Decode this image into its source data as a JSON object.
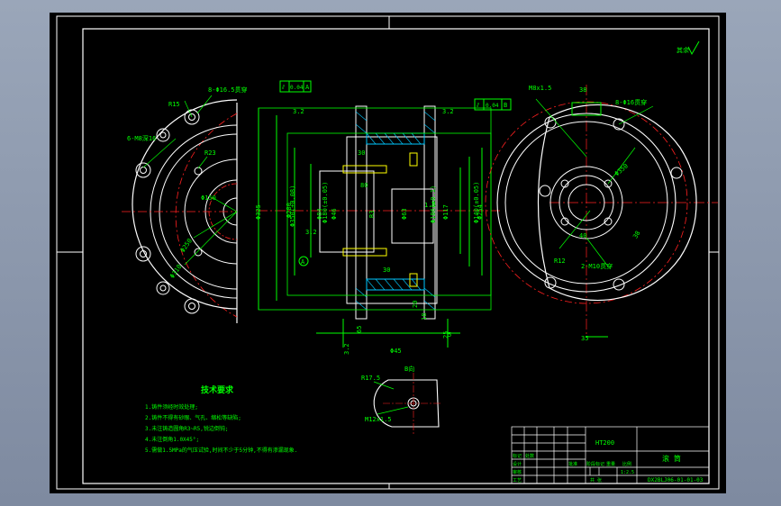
{
  "colors": {
    "background": "#000000",
    "frame": "#ffffff",
    "outline": "#ffffff",
    "dimension": "#00ff00",
    "center_line": "#ff2020",
    "hidden": "#ffff00",
    "hatch": "#00c8ff"
  },
  "left_view": {
    "label_r15": "R15",
    "label_holes": "8-Φ16.5贯穿",
    "label_thread": "6-M8深16",
    "label_r23": "R23",
    "label_phi150": "Φ150",
    "label_phi250": "Φ250",
    "label_phi310": "Φ310"
  },
  "section_view": {
    "tol_left": [
      "⫽",
      "0.04",
      "A"
    ],
    "tol_right": [
      "⫽",
      "0.04",
      "B"
    ],
    "rough_32_left": "3.2",
    "rough_32_right": "3.2",
    "rough_32_mid": "3.2",
    "rough_16": "1.6",
    "rough_32_bottom": "3.2",
    "dim_30_top": "30",
    "dim_80": "80",
    "dim_325": "Φ325",
    "dim_350": "Φ350(±0.08)",
    "dim_280": "Φ280",
    "dim_180": "Φ180(±0.05)",
    "dim_84": "Φ84",
    "dim_46": "Φ46",
    "dim_r3": "R3",
    "dim_63": "Φ63",
    "dim_106": "Φ106(±0.1)",
    "dim_117": "Φ117",
    "dim_140": "Φ140(±0.05)",
    "dim_254": "Φ254",
    "dim_30_low": "30",
    "dim_20": "20",
    "dim_18": "18",
    "dim_25": "25",
    "dim_65": "65",
    "dim_45": "Φ45",
    "dim_5": "5",
    "datum_a": "A"
  },
  "right_view": {
    "label_m8": "M8x1.5",
    "label_38": "38",
    "label_holes": "8-Φ16贯穿",
    "label_r12": "R12",
    "label_thread": "2-M10贯穿",
    "label_38b": "38",
    "label_35": "35",
    "label_40": "40",
    "label_phi350": "Φ350"
  },
  "detail_view": {
    "title": "B向",
    "label_r175": "R17.5",
    "label_m12": "M12x1.5"
  },
  "roughness_note": "其余",
  "technical_requirements": {
    "title": "技术要求",
    "items": [
      "1.铸件须经时效处理;",
      "2.铸件不得有砂眼、气孔、缩松等缺陷;",
      "3.未注铸造圆角R3~R5,锐边倒钝;",
      "4.未注倒角1.0X45°;",
      "5.需做1.5MPa的气压试验,时间不少于5分钟,不得有渗漏现象."
    ]
  },
  "title_block": {
    "material": "HT200",
    "part_name": "滚 筒",
    "drawing_no": "DX2BLJ06-01-01-03",
    "label_zhuangqi": "标记",
    "label_fenqu": "处数",
    "label_design": "设计",
    "label_check": "审核",
    "label_craft": "工艺",
    "label_approve": "批准",
    "label_stage": "阶段标记",
    "label_weight": "重量",
    "label_scale": "比例",
    "scale_value": "1:2.5",
    "label_sheet": "共 张"
  }
}
